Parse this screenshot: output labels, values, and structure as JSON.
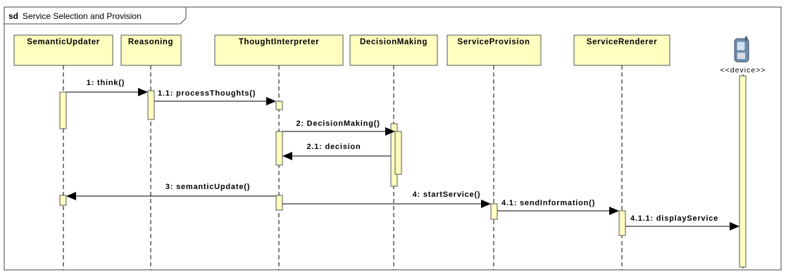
{
  "diagram": {
    "keyword": "sd",
    "name": "Service Selection and Provision"
  },
  "lifelines": [
    {
      "id": "semantic_updater",
      "label": "SemanticUpdater"
    },
    {
      "id": "reasoning",
      "label": "Reasoning"
    },
    {
      "id": "thought_interpreter",
      "label": "ThoughtInterpreter"
    },
    {
      "id": "decision_making",
      "label": "DecisionMaking"
    },
    {
      "id": "service_provision",
      "label": "ServiceProvision"
    },
    {
      "id": "service_renderer",
      "label": "ServiceRenderer"
    },
    {
      "id": "device",
      "label": "<<device>>",
      "icon": "phone-device-icon"
    }
  ],
  "messages": [
    {
      "label": "1: think()",
      "from": "semantic_updater",
      "to": "reasoning",
      "kind": "call"
    },
    {
      "label": "1.1: processThoughts()",
      "from": "reasoning",
      "to": "thought_interpreter",
      "kind": "call"
    },
    {
      "label": "2: DecisionMaking()",
      "from": "thought_interpreter",
      "to": "decision_making",
      "kind": "call"
    },
    {
      "label": "2.1: decision",
      "from": "decision_making",
      "to": "thought_interpreter",
      "kind": "reply"
    },
    {
      "label": "3: semanticUpdate()",
      "from": "thought_interpreter",
      "to": "semantic_updater",
      "kind": "call"
    },
    {
      "label": "4: startService()",
      "from": "thought_interpreter",
      "to": "service_provision",
      "kind": "call"
    },
    {
      "label": "4.1: sendInformation()",
      "from": "service_provision",
      "to": "service_renderer",
      "kind": "call"
    },
    {
      "label": "4.1.1: displayService",
      "from": "service_renderer",
      "to": "device",
      "kind": "call"
    }
  ],
  "colors": {
    "box_fill": "#ffffc0",
    "box_stroke": "#555555",
    "line": "#000000",
    "frame": "#444444"
  }
}
